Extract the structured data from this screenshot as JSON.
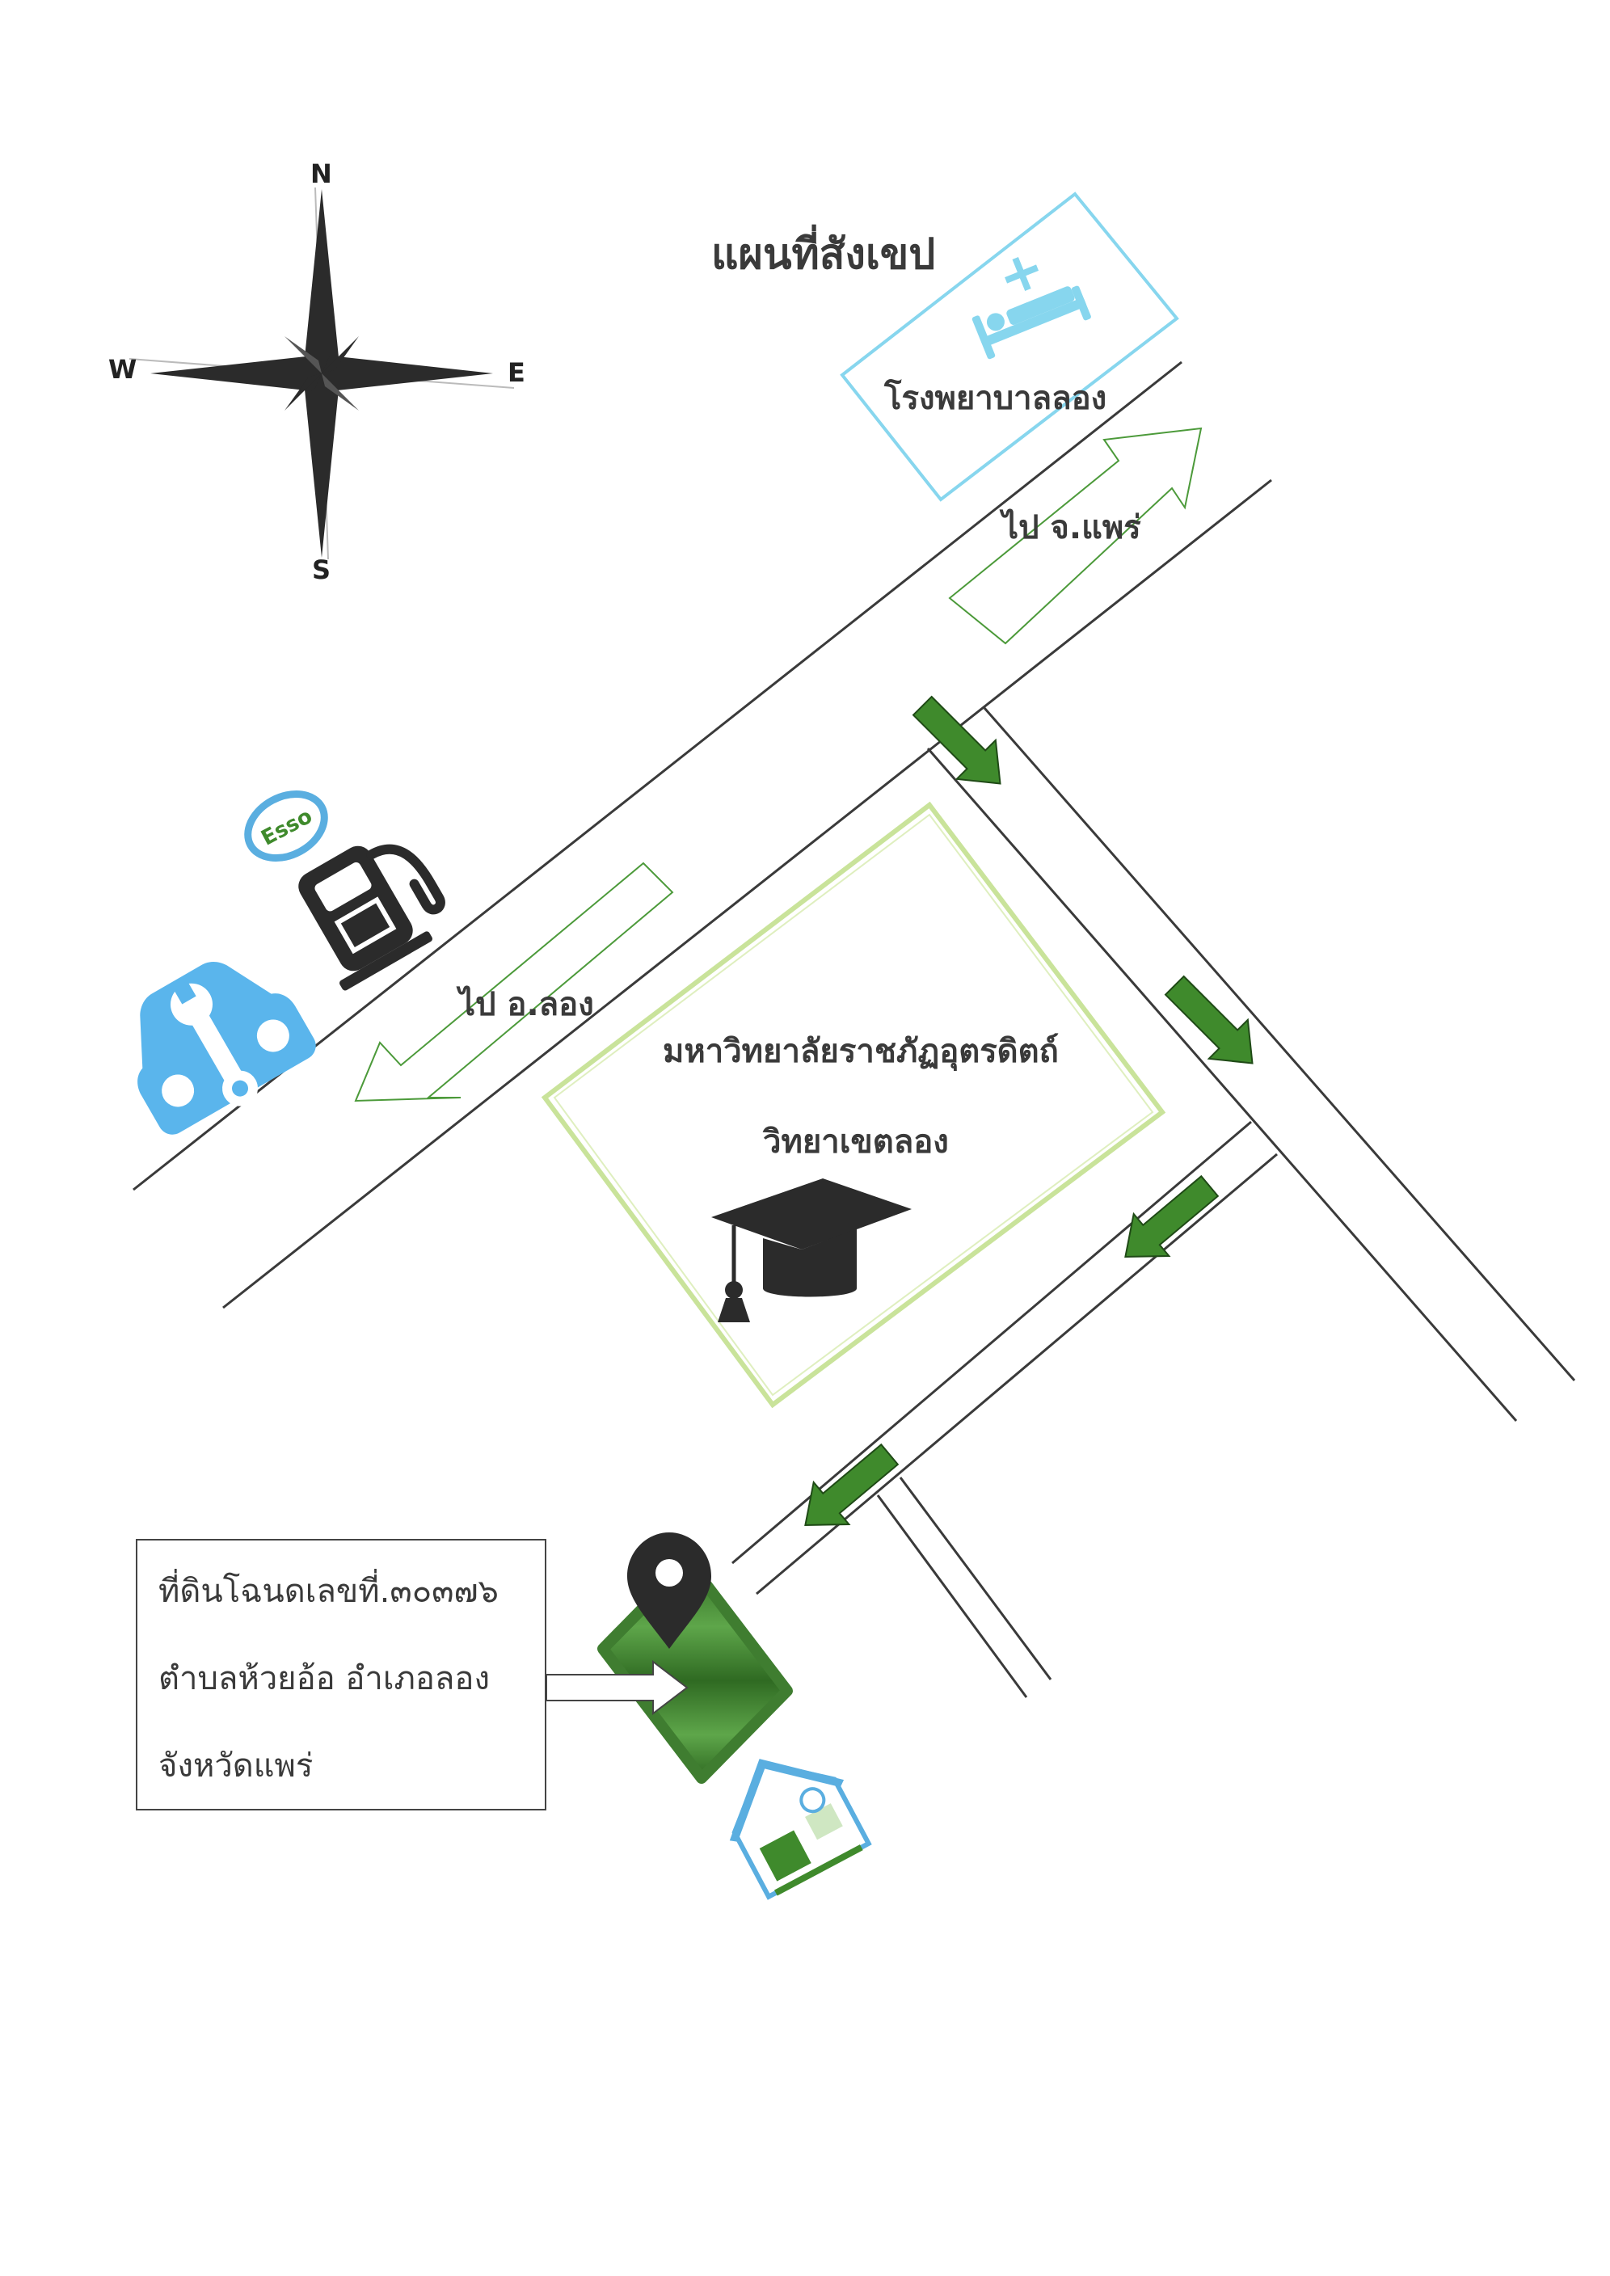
{
  "map": {
    "title": "แผนที่สังเขป",
    "compass": {
      "north": "N",
      "south": "S",
      "east": "E",
      "west": "W"
    },
    "landmarks": {
      "hospital": "โรงพยาบาลลอง",
      "university_name": "มหาวิทยาลัยราชภัฏอุตรดิตถ์",
      "university_campus": "วิทยาเขตลอง",
      "gas_station_brand": "Esso"
    },
    "directions": {
      "to_phrae": "ไป จ.แพร่",
      "to_long": "ไป อ.ลอง"
    },
    "land_info": {
      "line1": "ที่ดินโฉนดเลขที่.๓๐๓๗๖",
      "line2": "ตำบลห้วยอ้อ  อำเภอลอง",
      "line3": "จังหวัดแพร่"
    },
    "icons": [
      "compass-rose-icon",
      "hospital-bed-icon",
      "fuel-pump-icon",
      "car-repair-icon",
      "graduation-cap-icon",
      "location-pin-icon",
      "house-icon"
    ],
    "colors": {
      "road": "#3a3a3a",
      "hospital": "#87d6ee",
      "university_outline": "#c9e39a",
      "route_arrow": "#3f8a2c",
      "land_plot": "#3f7d30",
      "repair_icon": "#5ab5ec",
      "esso_badge": "#5aaee0"
    }
  }
}
